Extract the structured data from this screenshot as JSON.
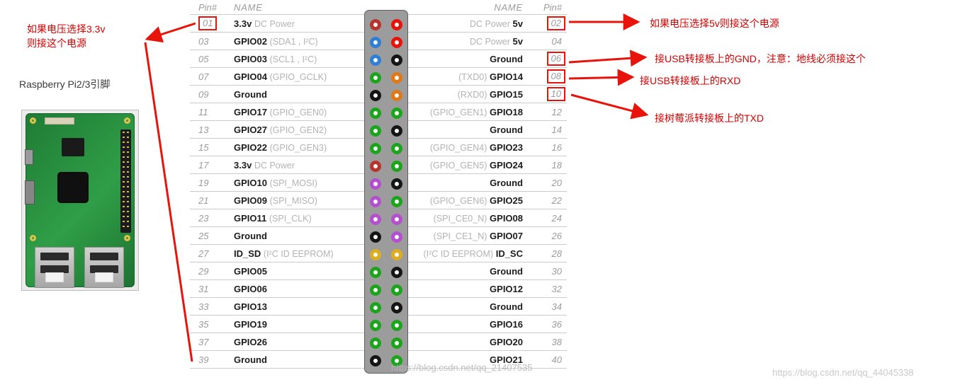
{
  "annotations": {
    "left_33v_line1": "如果电压选择3.3v",
    "left_33v_line2": "则接这个电源",
    "board_label": "Raspberry Pi2/3引脚",
    "right_5v": "如果电压选择5v则接这个电源",
    "right_gnd": "接USB转接板上的GND，注意：地线必须接这个",
    "right_rxd": "接USB转接板上的RXD",
    "right_txd": "接树莓派转接板上的TXD"
  },
  "watermarks": {
    "center": "https://blog.csdn.net/qq_21407535",
    "bottom_right": "https://blog.csdn.net/qq_44045338"
  },
  "pinout": {
    "headers": {
      "pin_left": "Pin#",
      "name_left": "NAME",
      "name_right": "NAME",
      "pin_right": "Pin#"
    },
    "colors": {
      "v33": "#b8342c",
      "v5": "#e8140c",
      "i2c": "#2f7fd6",
      "gpio": "#1ca51c",
      "gnd": "#151515",
      "uart": "#e07818",
      "spi": "#b44fd0",
      "eeprom": "#dcae1f"
    },
    "rows": [
      {
        "lpin": "01",
        "lstrong": "3.3v",
        "lmuted": "DC Power",
        "lcolor": "v33",
        "lhl": true,
        "rmuted": "DC Power",
        "rstrong": "5v",
        "rcolor": "v5",
        "rpin": "02",
        "rhl": true
      },
      {
        "lpin": "03",
        "lstrong": "GPIO02",
        "lmuted": "(SDA1 , I²C)",
        "lcolor": "i2c",
        "rmuted": "DC Power",
        "rstrong": "5v",
        "rcolor": "v5",
        "rpin": "04"
      },
      {
        "lpin": "05",
        "lstrong": "GPIO03",
        "lmuted": "(SCL1 , I²C)",
        "lcolor": "i2c",
        "rmuted": "",
        "rstrong": "Ground",
        "rcolor": "gnd",
        "rpin": "06",
        "rhl": true
      },
      {
        "lpin": "07",
        "lstrong": "GPIO04",
        "lmuted": "(GPIO_GCLK)",
        "lcolor": "gpio",
        "rmuted": "(TXD0)",
        "rstrong": "GPIO14",
        "rcolor": "uart",
        "rpin": "08",
        "rhl": true
      },
      {
        "lpin": "09",
        "lstrong": "Ground",
        "lmuted": "",
        "lcolor": "gnd",
        "rmuted": "(RXD0)",
        "rstrong": "GPIO15",
        "rcolor": "uart",
        "rpin": "10",
        "rhl": true
      },
      {
        "lpin": "11",
        "lstrong": "GPIO17",
        "lmuted": "(GPIO_GEN0)",
        "lcolor": "gpio",
        "rmuted": "(GPIO_GEN1)",
        "rstrong": "GPIO18",
        "rcolor": "gpio",
        "rpin": "12"
      },
      {
        "lpin": "13",
        "lstrong": "GPIO27",
        "lmuted": "(GPIO_GEN2)",
        "lcolor": "gpio",
        "rmuted": "",
        "rstrong": "Ground",
        "rcolor": "gnd",
        "rpin": "14"
      },
      {
        "lpin": "15",
        "lstrong": "GPIO22",
        "lmuted": "(GPIO_GEN3)",
        "lcolor": "gpio",
        "rmuted": "(GPIO_GEN4)",
        "rstrong": "GPIO23",
        "rcolor": "gpio",
        "rpin": "16"
      },
      {
        "lpin": "17",
        "lstrong": "3.3v",
        "lmuted": "DC Power",
        "lcolor": "v33",
        "rmuted": "(GPIO_GEN5)",
        "rstrong": "GPIO24",
        "rcolor": "gpio",
        "rpin": "18"
      },
      {
        "lpin": "19",
        "lstrong": "GPIO10",
        "lmuted": "(SPI_MOSI)",
        "lcolor": "spi",
        "rmuted": "",
        "rstrong": "Ground",
        "rcolor": "gnd",
        "rpin": "20"
      },
      {
        "lpin": "21",
        "lstrong": "GPIO09",
        "lmuted": "(SPI_MISO)",
        "lcolor": "spi",
        "rmuted": "(GPIO_GEN6)",
        "rstrong": "GPIO25",
        "rcolor": "gpio",
        "rpin": "22"
      },
      {
        "lpin": "23",
        "lstrong": "GPIO11",
        "lmuted": "(SPI_CLK)",
        "lcolor": "spi",
        "rmuted": "(SPI_CE0_N)",
        "rstrong": "GPIO08",
        "rcolor": "spi",
        "rpin": "24"
      },
      {
        "lpin": "25",
        "lstrong": "Ground",
        "lmuted": "",
        "lcolor": "gnd",
        "rmuted": "(SPI_CE1_N)",
        "rstrong": "GPIO07",
        "rcolor": "spi",
        "rpin": "26"
      },
      {
        "lpin": "27",
        "lstrong": "ID_SD",
        "lmuted": "(I²C ID EEPROM)",
        "lcolor": "eeprom",
        "rmuted": "(I²C ID EEPROM)",
        "rstrong": "ID_SC",
        "rcolor": "eeprom",
        "rpin": "28"
      },
      {
        "lpin": "29",
        "lstrong": "GPIO05",
        "lmuted": "",
        "lcolor": "gpio",
        "rmuted": "",
        "rstrong": "Ground",
        "rcolor": "gnd",
        "rpin": "30"
      },
      {
        "lpin": "31",
        "lstrong": "GPIO06",
        "lmuted": "",
        "lcolor": "gpio",
        "rmuted": "",
        "rstrong": "GPIO12",
        "rcolor": "gpio",
        "rpin": "32"
      },
      {
        "lpin": "33",
        "lstrong": "GPIO13",
        "lmuted": "",
        "lcolor": "gpio",
        "rmuted": "",
        "rstrong": "Ground",
        "rcolor": "gnd",
        "rpin": "34"
      },
      {
        "lpin": "35",
        "lstrong": "GPIO19",
        "lmuted": "",
        "lcolor": "gpio",
        "rmuted": "",
        "rstrong": "GPIO16",
        "rcolor": "gpio",
        "rpin": "36"
      },
      {
        "lpin": "37",
        "lstrong": "GPIO26",
        "lmuted": "",
        "lcolor": "gpio",
        "rmuted": "",
        "rstrong": "GPIO20",
        "rcolor": "gpio",
        "rpin": "38"
      },
      {
        "lpin": "39",
        "lstrong": "Ground",
        "lmuted": "",
        "lcolor": "gnd",
        "rmuted": "",
        "rstrong": "GPIO21",
        "rcolor": "gpio",
        "rpin": "40"
      }
    ]
  }
}
